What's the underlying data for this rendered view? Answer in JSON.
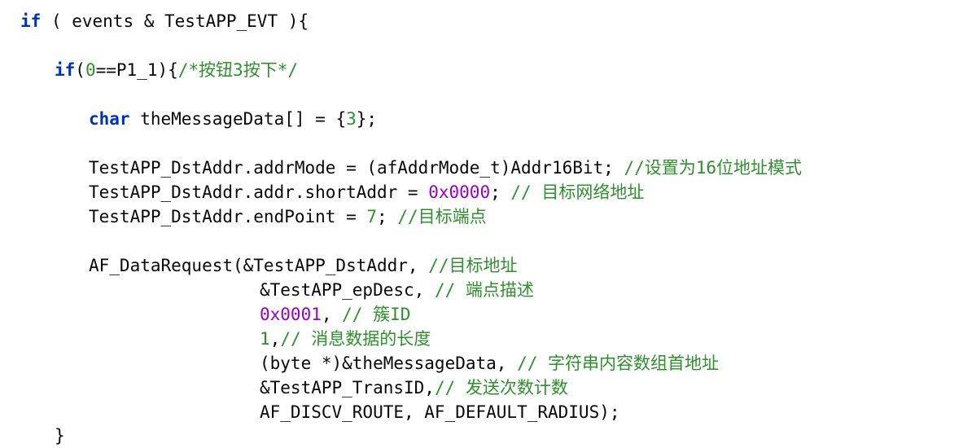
{
  "editor": {
    "lines": [
      {
        "indent": 0,
        "tokens": [
          {
            "t": "kw",
            "v": "if"
          },
          {
            "t": "plain",
            "v": " ( events & TestAPP_EVT ){"
          }
        ]
      },
      {
        "indent": 1,
        "tokens": [
          {
            "t": "kw",
            "v": "if"
          },
          {
            "t": "plain",
            "v": "("
          },
          {
            "t": "cmt",
            "v": "0"
          },
          {
            "t": "plain",
            "v": "==P1_1){"
          },
          {
            "t": "cmt",
            "v": "/*按钮3按下*/"
          }
        ]
      },
      {
        "indent": 2,
        "tokens": [
          {
            "t": "kw",
            "v": "char"
          },
          {
            "t": "plain",
            "v": " theMessageData[] = {"
          },
          {
            "t": "cmt",
            "v": "3"
          },
          {
            "t": "plain",
            "v": "};"
          }
        ]
      },
      {
        "indent": 2,
        "tokens": [
          {
            "t": "plain",
            "v": "TestAPP_DstAddr.addrMode = (afAddrMode_t)Addr16Bit; "
          },
          {
            "t": "cmt",
            "v": "//设置为16位地址模式"
          }
        ]
      },
      {
        "indent": 2,
        "tokens": [
          {
            "t": "plain",
            "v": "TestAPP_DstAddr.addr.shortAddr = "
          },
          {
            "t": "hex",
            "v": "0x0000"
          },
          {
            "t": "plain",
            "v": "; "
          },
          {
            "t": "cmt",
            "v": "// 目标网络地址"
          }
        ]
      },
      {
        "indent": 2,
        "tokens": [
          {
            "t": "plain",
            "v": "TestAPP_DstAddr.endPoint = "
          },
          {
            "t": "cmt",
            "v": "7"
          },
          {
            "t": "plain",
            "v": "; "
          },
          {
            "t": "cmt",
            "v": "//目标端点"
          }
        ]
      },
      {
        "indent": 2,
        "tokens": [
          {
            "t": "plain",
            "v": "AF_DataRequest(&TestAPP_DstAddr, "
          },
          {
            "t": "cmt",
            "v": "//目标地址"
          }
        ]
      },
      {
        "indent": 3,
        "tokens": [
          {
            "t": "plain",
            "v": "&TestAPP_epDesc, "
          },
          {
            "t": "cmt",
            "v": "// 端点描述"
          }
        ]
      },
      {
        "indent": 3,
        "tokens": [
          {
            "t": "hex",
            "v": "0x0001"
          },
          {
            "t": "plain",
            "v": ", "
          },
          {
            "t": "cmt",
            "v": "// 簇ID"
          }
        ]
      },
      {
        "indent": 3,
        "tokens": [
          {
            "t": "cmt",
            "v": "1"
          },
          {
            "t": "plain",
            "v": ","
          },
          {
            "t": "cmt",
            "v": "// 消息数据的长度"
          }
        ]
      },
      {
        "indent": 3,
        "tokens": [
          {
            "t": "plain",
            "v": "(byte *)&theMessageData, "
          },
          {
            "t": "cmt",
            "v": "// 字符串内容数组首地址"
          }
        ]
      },
      {
        "indent": 3,
        "tokens": [
          {
            "t": "plain",
            "v": "&TestAPP_TransID,"
          },
          {
            "t": "cmt",
            "v": "// 发送次数计数"
          }
        ]
      },
      {
        "indent": 3,
        "tokens": [
          {
            "t": "plain",
            "v": "AF_DISCV_ROUTE, AF_DEFAULT_RADIUS);"
          }
        ]
      },
      {
        "indent": 1,
        "tokens": [
          {
            "t": "plain",
            "v": "}"
          }
        ]
      }
    ]
  },
  "colors": {
    "keyword": "#0033b3",
    "number": "#1750eb",
    "hex_literal": "#9700cc",
    "comment": "#2f8f2f",
    "text": "#080808",
    "background": "#ffffff"
  }
}
